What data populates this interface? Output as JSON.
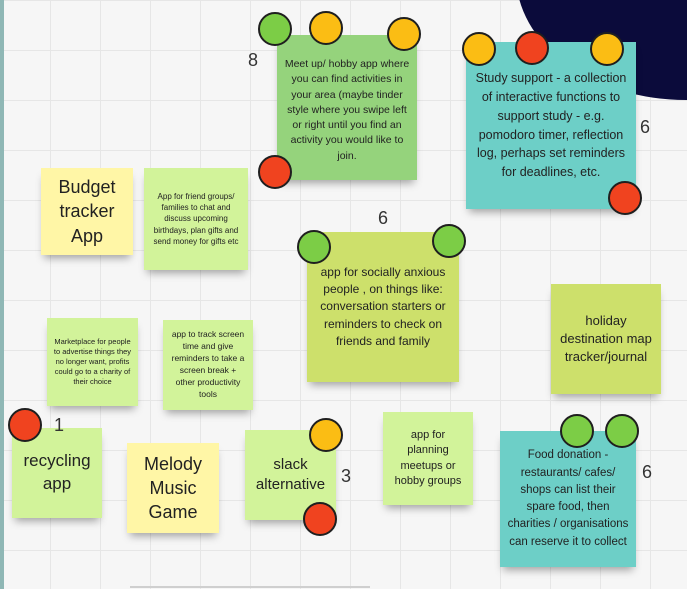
{
  "colors": {
    "note_yellow": "#fff6a6",
    "note_light_green": "#d2f39a",
    "note_lime": "#cde06b",
    "note_green": "#95d37c",
    "note_teal": "#6dcfc7",
    "vote_red": "#f0431f",
    "vote_orange": "#fbbd14",
    "vote_green": "#7ccd46"
  },
  "notes": {
    "meetup": "Meet up/ hobby app where you can find activities in your area (maybe tinder style where you swipe left or right until you find an activity you would like to join.",
    "study": "Study support - a collection of interactive functions to support study - e.g. pomodoro timer, reflection log, perhaps set reminders for deadlines, etc.",
    "budget": "Budget tracker App",
    "friends": "App for friend groups/ families to chat and discuss upcoming birthdays, plan gifts and send money for gifts etc",
    "anxious": "app for socially anxious people , on things like: conversation starters or reminders to check on friends and family",
    "holiday": "holiday destination map tracker/journal",
    "marketplace": "Marketplace for people to advertise things they no longer want, profits could go to a charity of their choice",
    "screentime": "app to track screen time and give reminders to take a screen break + other productivity tools",
    "recycling": "recycling app",
    "melody": "Melody Music Game",
    "slack": "slack alternative",
    "planning": "app for planning meetups or hobby groups",
    "food": "Food donation - restaurants/ cafes/ shops can list their spare food, then charities / organisations can reserve it to collect"
  },
  "vote_counts": {
    "meetup": "8",
    "study": "6",
    "anxious": "6",
    "recycling": "1",
    "slack": "3",
    "food": "6"
  }
}
